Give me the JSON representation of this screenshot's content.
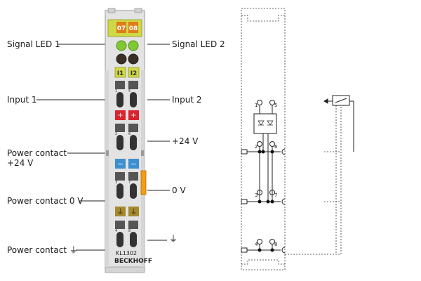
{
  "labels": {
    "signal_led_1": "Signal LED 1",
    "signal_led_2": "Signal LED 2",
    "input_1": "Input 1",
    "input_2": "Input 2",
    "plus_24v_right": "+24 V",
    "power_contact_24v_line1": "Power contact",
    "power_contact_24v_line2": "+24 V",
    "zero_v_right": "0 V",
    "power_contact_0v": "Power contact 0 V",
    "power_contact_earth": "Power contact",
    "earth_symbol": "⏚"
  },
  "terminal": {
    "led_tags": [
      "07",
      "08"
    ],
    "input_tags": [
      "I1",
      "I2"
    ],
    "plus_signs": [
      "+",
      "+"
    ],
    "minus_signs": [
      "−",
      "−"
    ],
    "model": "KL1302",
    "brand": "BECKHOFF",
    "contact_numbers": [
      "1",
      "5",
      "2",
      "6",
      "3",
      "7",
      "4",
      "8"
    ]
  },
  "schematic": {
    "terminal_numbers": [
      "1",
      "5",
      "2",
      "6",
      "3",
      "7",
      "4",
      "8"
    ]
  },
  "colors": {
    "orange_tag": "#e07b1a",
    "yellow_green": "#cfd845",
    "led_green": "#7ec832",
    "red_band": "#d9232e",
    "blue_band": "#3d8fcf",
    "earth_band": "#a48a2f",
    "orange_contact": "#f29d14",
    "housing": "#e3e3e3"
  }
}
